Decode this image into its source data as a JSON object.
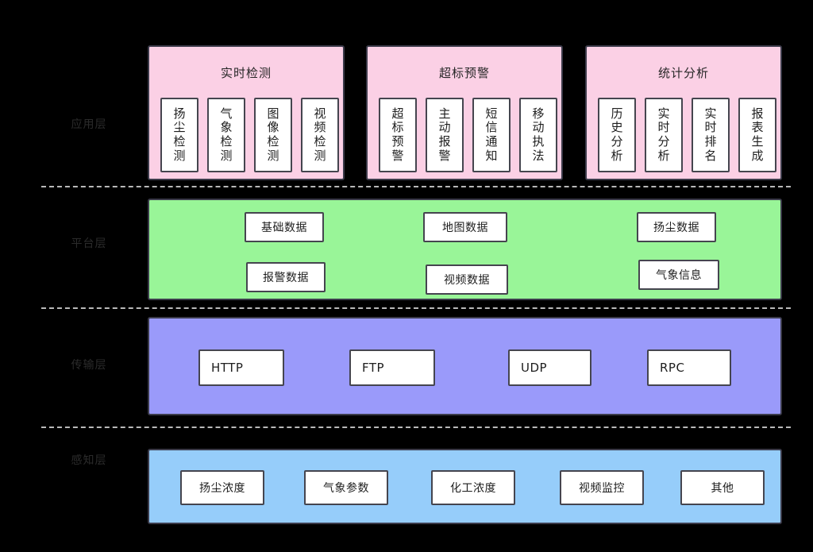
{
  "diagram": {
    "type": "layered-architecture",
    "title": "",
    "colors": {
      "background": "#000000",
      "application_layer": "#fbd0e5",
      "platform_layer": "#99f598",
      "transport_layer": "#9a9afa",
      "perception_layer": "#96cdfa",
      "card_fill": "#ffffff",
      "border": "#45454f",
      "separator": "#b9b9b9",
      "text": "#1e1e1e"
    },
    "layers": [
      {
        "key": "application",
        "label": "应用层",
        "groups": [
          {
            "title": "实时检测",
            "items": [
              "扬尘检测",
              "气象检测",
              "图像检测",
              "视频检测"
            ]
          },
          {
            "title": "超标预警",
            "items": [
              "超标预警",
              "主动报警",
              "短信通知",
              "移动执法"
            ]
          },
          {
            "title": "统计分析",
            "items": [
              "历史分析",
              "实时分析",
              "实时排名",
              "报表生成"
            ]
          }
        ]
      },
      {
        "key": "platform",
        "label": "平台层",
        "row1": [
          "基础数据",
          "地图数据",
          "扬尘数据"
        ],
        "row2": [
          "报警数据",
          "视频数据",
          "气象信息"
        ]
      },
      {
        "key": "transport",
        "label": "传输层",
        "items": [
          "HTTP",
          "FTP",
          "UDP",
          "RPC"
        ]
      },
      {
        "key": "perception",
        "label": "感知层",
        "items": [
          "扬尘浓度",
          "气象参数",
          "化工浓度",
          "视频监控",
          "其他"
        ]
      }
    ]
  }
}
